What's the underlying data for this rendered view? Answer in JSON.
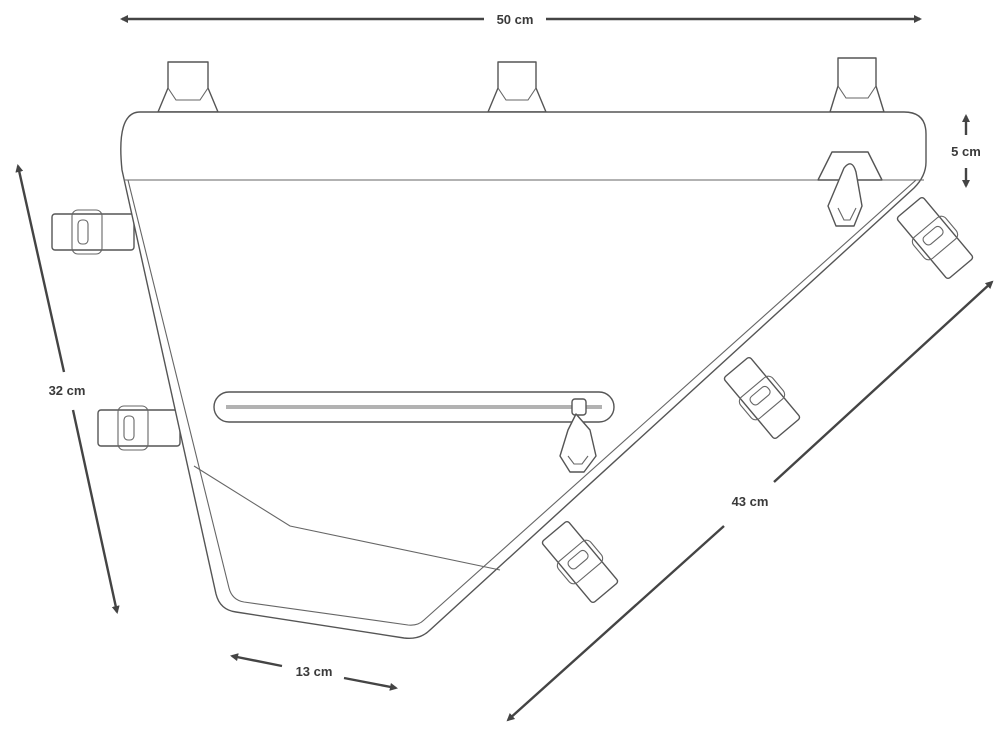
{
  "dimensions": {
    "width_top": "50 cm",
    "top_height": "5 cm",
    "front_height": "32 cm",
    "bottom_length": "13 cm",
    "diagonal_length": "43 cm"
  },
  "colors": {
    "line": "#555555",
    "arrow": "#444444",
    "label": "#3a3a3a",
    "background": "#ffffff"
  }
}
